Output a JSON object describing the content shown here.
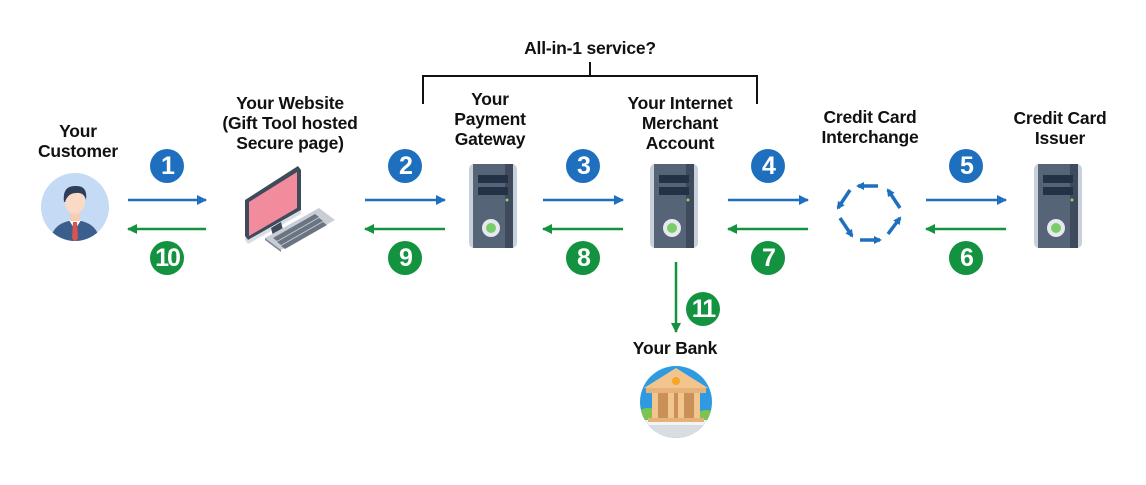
{
  "diagram": {
    "bracket_label": "All-in-1 service?",
    "nodes": [
      {
        "id": "customer",
        "label": "Your\nCustomer",
        "icon": "customer-avatar-icon"
      },
      {
        "id": "website",
        "label": "Your Website\n(Gift Tool hosted\nSecure page)",
        "icon": "desktop-computer-icon"
      },
      {
        "id": "gateway",
        "label": "Your\nPayment\nGateway",
        "icon": "server-tower-icon"
      },
      {
        "id": "merchant",
        "label": "Your Internet\nMerchant\nAccount",
        "icon": "server-tower-icon"
      },
      {
        "id": "interchange",
        "label": "Credit Card\nInterchange",
        "icon": "cycle-arrows-icon"
      },
      {
        "id": "issuer",
        "label": "Credit Card\nIssuer",
        "icon": "server-tower-icon"
      },
      {
        "id": "bank",
        "label": "Your Bank",
        "icon": "bank-building-icon"
      }
    ],
    "steps": [
      {
        "n": "1",
        "from": "customer",
        "to": "website",
        "direction": "forward",
        "color": "#1f6fbf"
      },
      {
        "n": "2",
        "from": "website",
        "to": "gateway",
        "direction": "forward",
        "color": "#1f6fbf"
      },
      {
        "n": "3",
        "from": "gateway",
        "to": "merchant",
        "direction": "forward",
        "color": "#1f6fbf"
      },
      {
        "n": "4",
        "from": "merchant",
        "to": "interchange",
        "direction": "forward",
        "color": "#1f6fbf"
      },
      {
        "n": "5",
        "from": "interchange",
        "to": "issuer",
        "direction": "forward",
        "color": "#1f6fbf"
      },
      {
        "n": "6",
        "from": "issuer",
        "to": "interchange",
        "direction": "return",
        "color": "#13923f"
      },
      {
        "n": "7",
        "from": "interchange",
        "to": "merchant",
        "direction": "return",
        "color": "#13923f"
      },
      {
        "n": "8",
        "from": "merchant",
        "to": "gateway",
        "direction": "return",
        "color": "#13923f"
      },
      {
        "n": "9",
        "from": "gateway",
        "to": "website",
        "direction": "return",
        "color": "#13923f"
      },
      {
        "n": "10",
        "from": "website",
        "to": "customer",
        "direction": "return",
        "color": "#13923f"
      },
      {
        "n": "11",
        "from": "merchant",
        "to": "bank",
        "direction": "down",
        "color": "#13923f"
      }
    ],
    "colors": {
      "request": "#1f6fbf",
      "response": "#13923f",
      "text": "#111111"
    }
  }
}
